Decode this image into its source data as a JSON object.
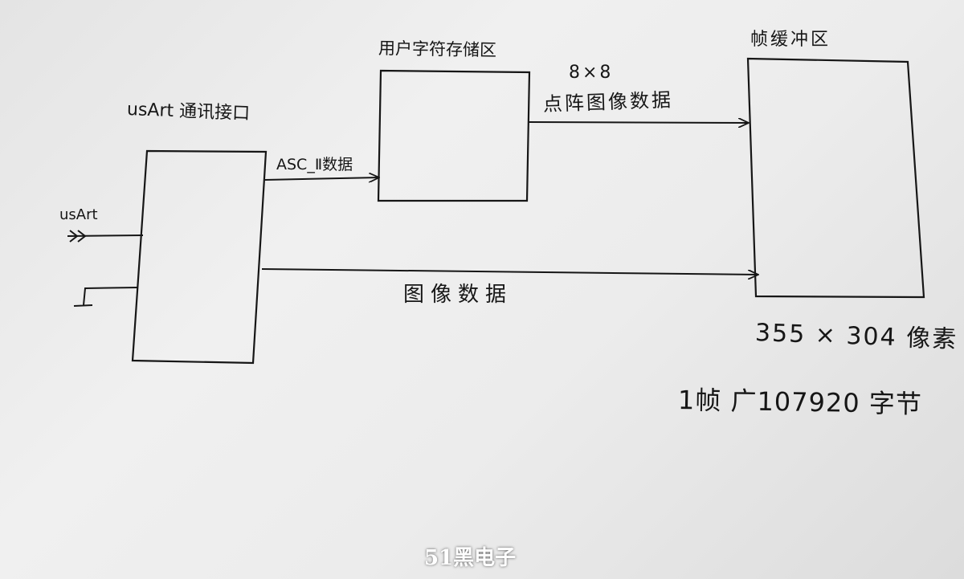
{
  "labels": {
    "usart_interface": "usArt 通讯接口",
    "usart_input": "usArt",
    "charset_storage": "用户字符存储区",
    "frame_buffer": "帧缓冲区",
    "ascii_data": "ASC_Ⅱ数据",
    "matrix_size": "8×8",
    "matrix_data": "点阵图像数据",
    "image_data": "图像数据",
    "resolution": "355 × 304 像素",
    "frame_bytes": "1帧 广107920 字节"
  },
  "watermark": "51黑电子",
  "colors": {
    "ink": "#161616",
    "paper": "#ececec"
  }
}
